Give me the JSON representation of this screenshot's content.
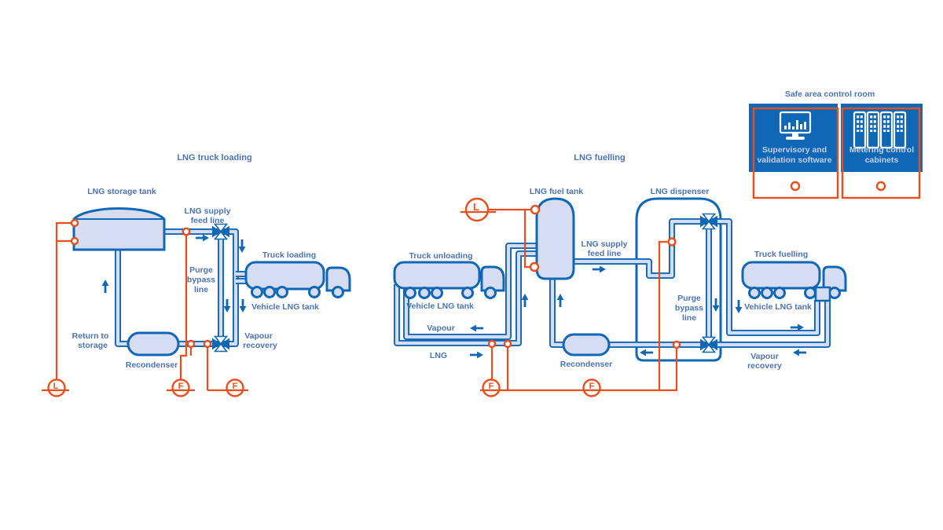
{
  "palette": {
    "dark_blue": "#0f67b6",
    "light_blue_fill": "#d6dcf2",
    "label_blue": "#4d73b3",
    "orange": "#e94e1b",
    "control_box_text": "#c3cfe8"
  },
  "sections": {
    "truck_loading": {
      "title": "LNG truck loading",
      "labels": {
        "storage_tank": "LNG storage tank",
        "supply_line": [
          "LNG supply",
          "feed line"
        ],
        "purge": [
          "Purge",
          "bypass",
          "line"
        ],
        "truck": "Truck loading",
        "vehicle_tank": "Vehicle LNG tank",
        "return_to_storage": [
          "Return to",
          "storage"
        ],
        "recondenser": "Recondenser",
        "vapour_recovery": [
          "Vapour",
          "recovery"
        ]
      },
      "instruments": {
        "level": "L",
        "flow1": "F",
        "flow2": "F"
      }
    },
    "fuelling": {
      "title": "LNG fuelling",
      "labels": {
        "truck_unloading": "Truck unloading",
        "vehicle_tank_left": "Vehicle LNG tank",
        "vapour": "Vapour",
        "lng": "LNG",
        "fuel_tank": "LNG fuel tank",
        "supply_line": [
          "LNG supply",
          "feed line"
        ],
        "recondenser": "Recondenser",
        "dispenser": "LNG dispenser",
        "purge": [
          "Purge",
          "bypass",
          "line"
        ],
        "truck_fuelling": "Truck fuelling",
        "vehicle_tank_right": "Vehicle LNG tank",
        "vapour_recovery": [
          "Vapour",
          "recovery"
        ]
      },
      "instruments": {
        "level": "L",
        "flow1": "F",
        "flow2": "F"
      }
    },
    "control_room": {
      "title": "Safe area control room",
      "boxes": [
        {
          "icon": "monitor-chart-icon",
          "label": [
            "Supervisory and",
            "validation software"
          ]
        },
        {
          "icon": "cabinets-icon",
          "label": [
            "Metering control",
            "cabinets"
          ]
        }
      ]
    }
  }
}
